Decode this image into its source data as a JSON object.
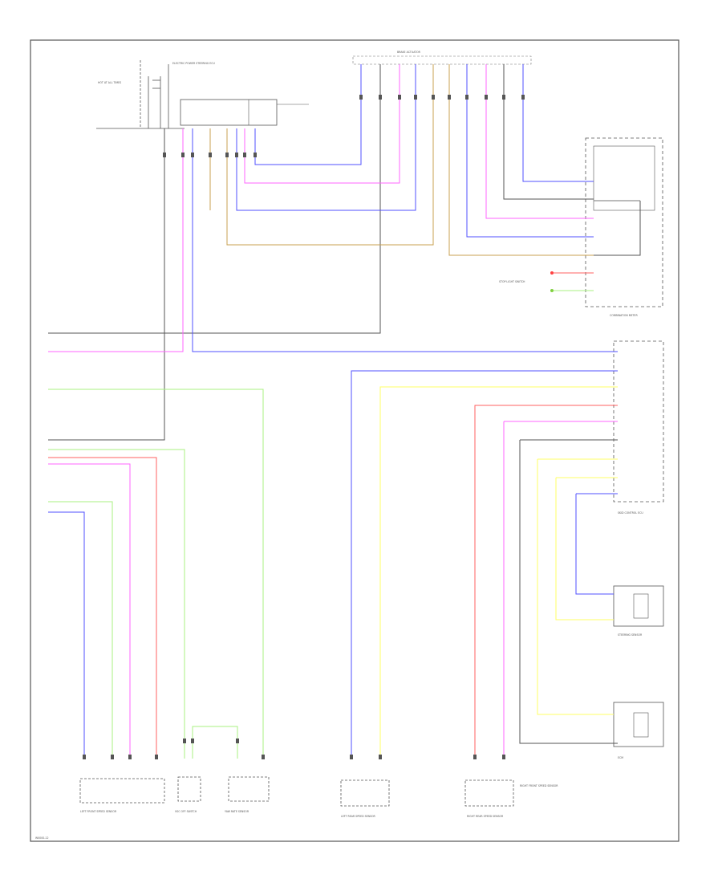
{
  "diagram": {
    "footer_code": "W0000-12",
    "colors": {
      "frame": "#555555",
      "blk": "#555555",
      "pink": "#ff66ff",
      "blue": "#5050ff",
      "tan": "#c8a050",
      "green": "#a8f080",
      "red": "#ff6060",
      "yellow": "#ffff66",
      "gray": "#777777"
    },
    "components": {
      "top_relay": "ELECTRIC POWER STEERING ECU",
      "hot_batt": "HOT AT ALL TIMES",
      "brake_relay": "BRAKE ACTUATOR",
      "combo_meter": "COMBINATION METER",
      "stop_sw": "STOP LIGHT SWITCH",
      "vsc_off": "VSC OFF SWITCH",
      "zigzag": "YAW RATE SENSOR",
      "lf_speed": "LEFT FRONT SPEED SENSOR",
      "rf_speed": "RIGHT FRONT SPEED SENSOR",
      "lr_speed": "LEFT REAR SPEED SENSOR",
      "rr_speed": "RIGHT REAR SPEED SENSOR",
      "steer_sensor": "STEERING SENSOR",
      "ecm": "ECM",
      "skid_ecu": "SKID CONTROL ECU"
    }
  }
}
